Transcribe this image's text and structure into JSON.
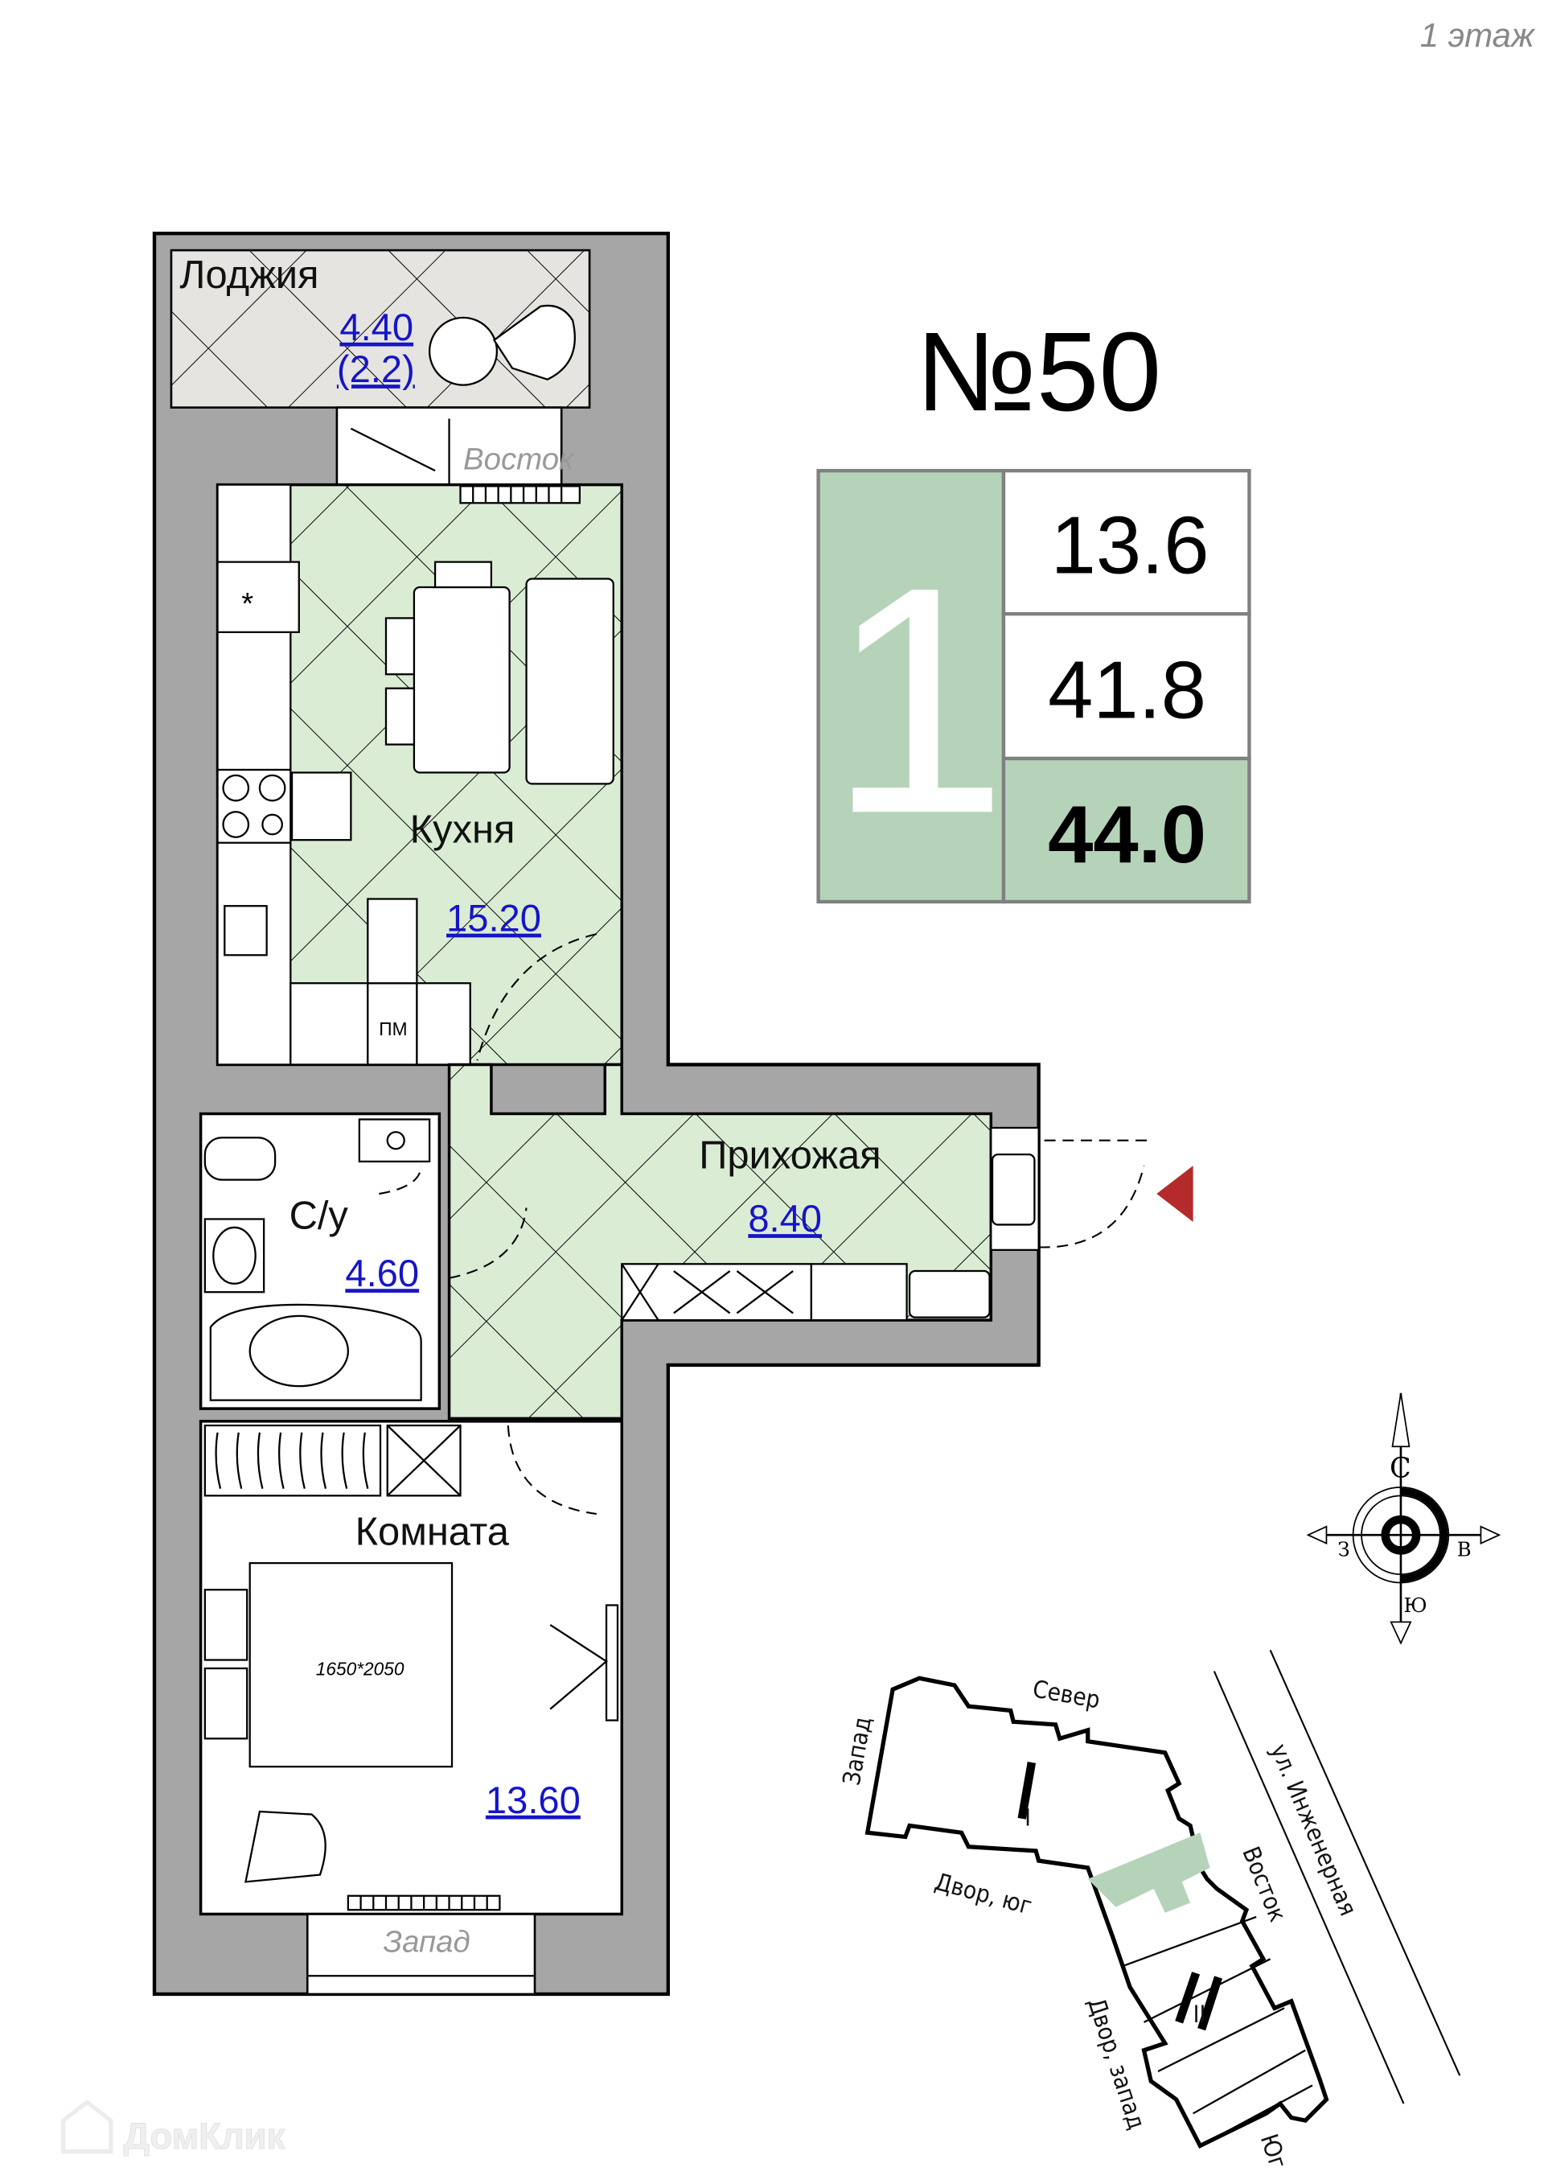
{
  "floor_label": "1 этаж",
  "apartment_number": "№50",
  "summary": {
    "rooms": "1",
    "living_area": "13.6",
    "total_area": "41.8",
    "total_with_loggia": "44.0",
    "accent_color": "#b5d3b8"
  },
  "rooms": {
    "loggia": {
      "name": "Лоджия",
      "area": "4.40",
      "reduced_area": "(2.2)"
    },
    "kitchen": {
      "name": "Кухня",
      "area": "15.20"
    },
    "bathroom": {
      "name": "С/у",
      "area": "4.60"
    },
    "hallway": {
      "name": "Прихожая",
      "area": "8.40"
    },
    "room": {
      "name": "Комната",
      "area": "13.60"
    }
  },
  "furniture": {
    "bed_size": "1650*2050",
    "fridge_mark": "*",
    "dishwasher_mark": "ПМ"
  },
  "windows": {
    "east": "Восток",
    "west": "Запад"
  },
  "compass": {
    "north": "С",
    "south": "Ю",
    "west": "З",
    "east": "В"
  },
  "site_plan": {
    "north": "Север",
    "west": "Запад",
    "yard_south": "Двор, юг",
    "east": "Восток",
    "yard_west": "Двор, запад",
    "south": "Юг",
    "street": "ул. Инженерная",
    "section_1": "I",
    "section_2": "II"
  },
  "watermark": "ДомКлик",
  "colors": {
    "floor_green": "#dbecd5",
    "loggia_floor": "#e6e4e0",
    "wall": "#a6a6a6",
    "entrance_marker": "#b52a2a",
    "area_text": "#1515c8"
  }
}
